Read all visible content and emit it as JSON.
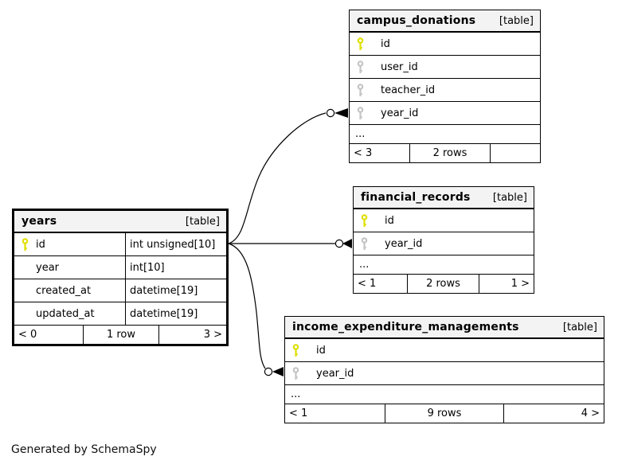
{
  "page": {
    "footer_note": "Generated by SchemaSpy"
  },
  "colors": {
    "primary_key_icon": "#dfdf00",
    "foreign_key_icon": "#c4c4c4",
    "header_background": "#f3f3f3",
    "border": "#000000",
    "background": "#ffffff"
  },
  "tables": [
    {
      "name": "years",
      "kind": "[table]",
      "columns": [
        {
          "name": "id",
          "type": "int unsigned[10]",
          "key": "primary"
        },
        {
          "name": "year",
          "type": "int[10]",
          "key": ""
        },
        {
          "name": "created_at",
          "type": "datetime[19]",
          "key": ""
        },
        {
          "name": "updated_at",
          "type": "datetime[19]",
          "key": ""
        }
      ],
      "footer": {
        "left": "< 0",
        "center": "1 row",
        "right": "3 >"
      }
    },
    {
      "name": "campus_donations",
      "kind": "[table]",
      "columns": [
        {
          "name": "id",
          "key": "primary"
        },
        {
          "name": "user_id",
          "key": "foreign"
        },
        {
          "name": "teacher_id",
          "key": "foreign"
        },
        {
          "name": "year_id",
          "key": "foreign"
        }
      ],
      "ellipsis": "...",
      "footer": {
        "left": "< 3",
        "center": "2 rows",
        "right": ""
      }
    },
    {
      "name": "financial_records",
      "kind": "[table]",
      "columns": [
        {
          "name": "id",
          "key": "primary"
        },
        {
          "name": "year_id",
          "key": "foreign"
        }
      ],
      "ellipsis": "...",
      "footer": {
        "left": "< 1",
        "center": "2 rows",
        "right": "1 >"
      }
    },
    {
      "name": "income_expenditure_managements",
      "kind": "[table]",
      "columns": [
        {
          "name": "id",
          "key": "primary"
        },
        {
          "name": "year_id",
          "key": "foreign"
        }
      ],
      "ellipsis": "...",
      "footer": {
        "left": "< 1",
        "center": "9 rows",
        "right": "4 >"
      }
    }
  ],
  "relationships": [
    {
      "from": "years.id",
      "to": "campus_donations.year_id"
    },
    {
      "from": "years.id",
      "to": "financial_records.year_id"
    },
    {
      "from": "years.id",
      "to": "income_expenditure_managements.year_id"
    }
  ]
}
